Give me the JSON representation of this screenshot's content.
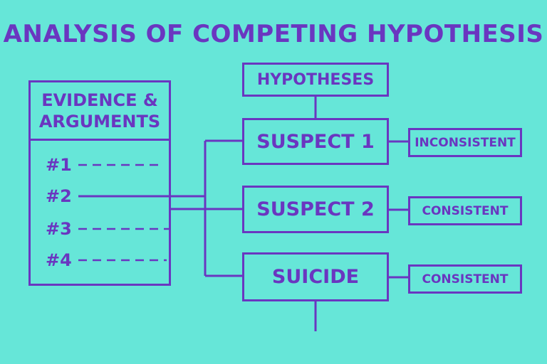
{
  "diagram": {
    "title": "ANALYSIS OF COMPETING HYPOTHESIS",
    "evidence": {
      "header_line1": "EVIDENCE &",
      "header_line2": "ARGUMENTS",
      "items": [
        "#1",
        "#2",
        "#3",
        "#4"
      ]
    },
    "hypotheses": {
      "title": "HYPOTHESES",
      "items": [
        {
          "label": "SUSPECT 1",
          "assessment": "INCONSISTENT"
        },
        {
          "label": "SUSPECT 2",
          "assessment": "CONSISTENT"
        },
        {
          "label": "SUICIDE",
          "assessment": "CONSISTENT"
        }
      ]
    },
    "colors": {
      "background": "#66e6d8",
      "ink": "#6a36c0"
    }
  }
}
